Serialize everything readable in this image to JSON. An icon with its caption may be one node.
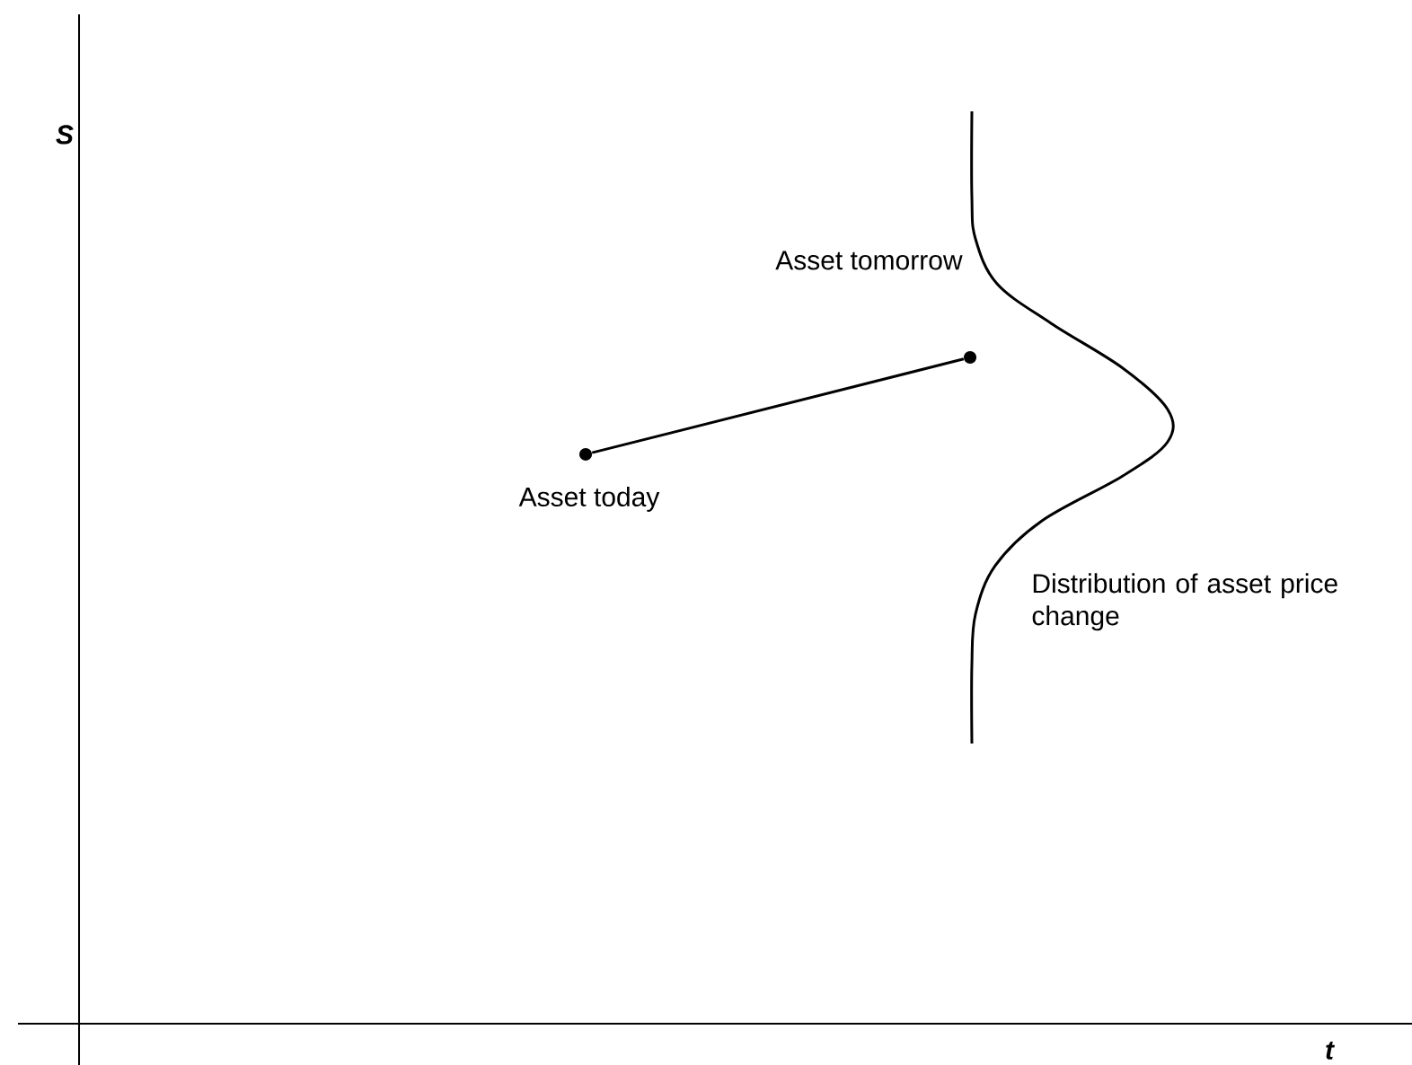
{
  "diagram": {
    "nodes": [
      {
        "text": [],
        "shape": "circle",
        "beside": [
          "Asset today"
        ]
      },
      {
        "text": [],
        "shape": "circle",
        "beside": [
          "Asset tomorrow"
        ]
      }
    ],
    "edges": [
      {
        "from": 0,
        "to": 1,
        "arrow": "none"
      }
    ],
    "labels": [
      "S",
      "Distribution of asset price change",
      "t"
    ]
  }
}
